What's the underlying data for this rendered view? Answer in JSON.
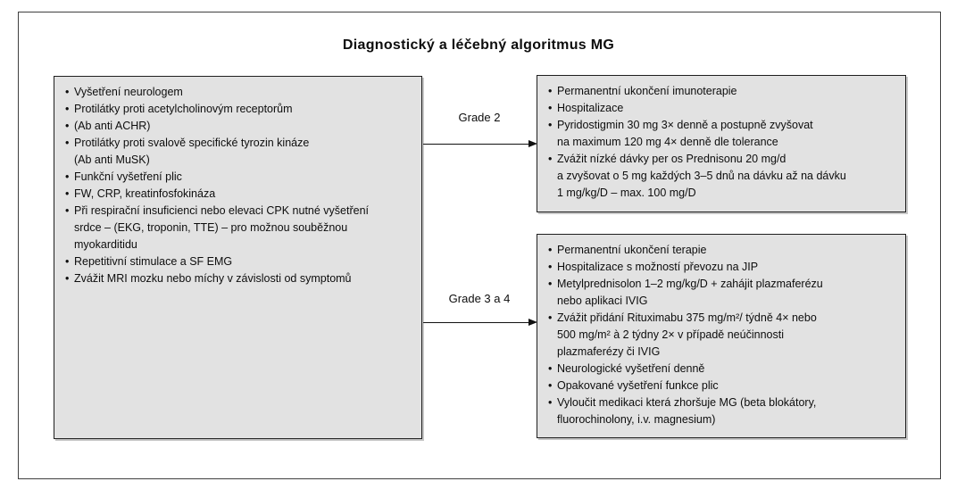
{
  "title": "Diagnostický a léčebný algoritmus MG",
  "left_box": {
    "items": [
      "Vyšetření neurologem",
      "Protilátky proti acetylcholinovým receptorům",
      "(Ab anti ACHR)",
      "Protilátky proti svalově specifické tyrozin kináze\n(Ab anti MuSK)",
      "Funkční vyšetření plic",
      "FW, CRP, kreatinfosfokináza",
      "Při respirační insuficienci nebo elevaci CPK nutné vyšetření\nsrdce – (EKG, troponin, TTE) – pro možnou souběžnou\nmyokarditidu",
      "Repetitivní stimulace a SF EMG",
      "Zvážit MRI mozku nebo míchy v závislosti od symptomů"
    ]
  },
  "arrows": [
    {
      "label": "Grade 2"
    },
    {
      "label": "Grade 3 a 4"
    }
  ],
  "right_top_box": {
    "items": [
      "Permanentní ukončení imunoterapie",
      "Hospitalizace",
      "Pyridostigmin 30 mg 3× denně a postupně zvyšovat\nna maximum 120 mg 4× denně dle tolerance",
      "Zvážit nízké dávky per os Prednisonu 20 mg/d\na zvyšovat o 5 mg každých 3–5 dnů na dávku až na dávku\n1 mg/kg/D – max. 100 mg/D"
    ]
  },
  "right_bottom_box": {
    "items": [
      "Permanentní ukončení terapie",
      "Hospitalizace s možností převozu na JIP",
      "Metylprednisolon 1–2 mg/kg/D + zahájit plazmaferézu\nnebo aplikaci IVIG",
      "Zvážit přidání Rituximabu 375 mg/m²/ týdně 4× nebo\n500 mg/m² à 2 týdny 2× v případě neúčinnosti\nplazmaferézy či IVIG",
      "Neurologické vyšetření denně",
      "Opakované vyšetření funkce plic",
      "Vyloučit medikaci která zhoršuje MG (beta blokátory,\nfluorochinolony, i.v. magnesium)"
    ]
  },
  "colors": {
    "box_fill": "#e2e2e2",
    "box_border": "#1f1f1f",
    "frame_border": "#3f3f3f",
    "arrow": "#111111",
    "text": "#0d0d0d"
  }
}
